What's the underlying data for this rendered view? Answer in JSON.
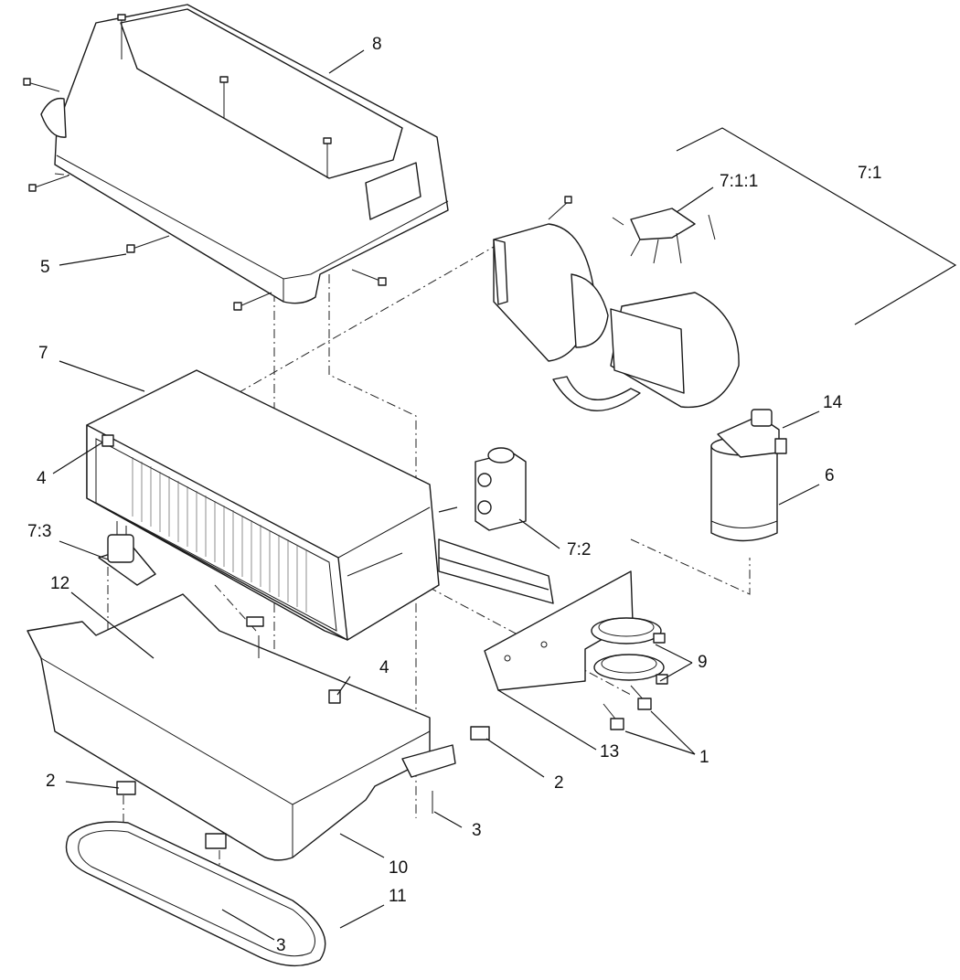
{
  "labels": {
    "l1": "1",
    "l2a": "2",
    "l2b": "2",
    "l3a": "3",
    "l3b": "3",
    "l4a": "4",
    "l4b": "4",
    "l5": "5",
    "l6": "6",
    "l7": "7",
    "l7_1": "7:1",
    "l7_1_1": "7:1:1",
    "l7_2": "7:2",
    "l7_3": "7:3",
    "l8": "8",
    "l9": "9",
    "l10": "10",
    "l11": "11",
    "l12": "12",
    "l13": "13",
    "l14": "14"
  }
}
